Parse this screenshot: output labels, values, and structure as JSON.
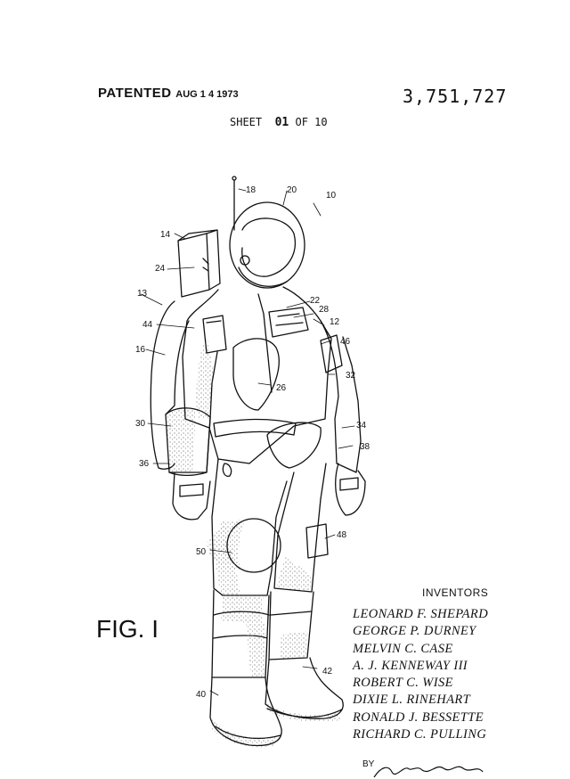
{
  "header": {
    "patented_label": "PATENTED",
    "patented_date": "AUG 1 4 1973",
    "patent_number": "3,751,727",
    "sheet_prefix": "SHEET",
    "sheet_number": "01",
    "sheet_of": "OF",
    "sheet_total": "10"
  },
  "figure_label": "FIG. I",
  "reference_numerals": [
    "18",
    "20",
    "10",
    "14",
    "24",
    "13",
    "22",
    "28",
    "12",
    "44",
    "46",
    "16",
    "32",
    "26",
    "30",
    "34",
    "38",
    "36",
    "48",
    "50",
    "42",
    "40"
  ],
  "inventors": {
    "title": "INVENTORS",
    "names": [
      "LEONARD F. SHEPARD",
      "GEORGE P. DURNEY",
      "MELVIN C. CASE",
      "A. J. KENNEWAY III",
      "ROBERT C. WISE",
      "DIXIE L. RINEHART",
      "RONALD J. BESSETTE",
      "RICHARD C. PULLING"
    ],
    "by_label": "BY"
  }
}
